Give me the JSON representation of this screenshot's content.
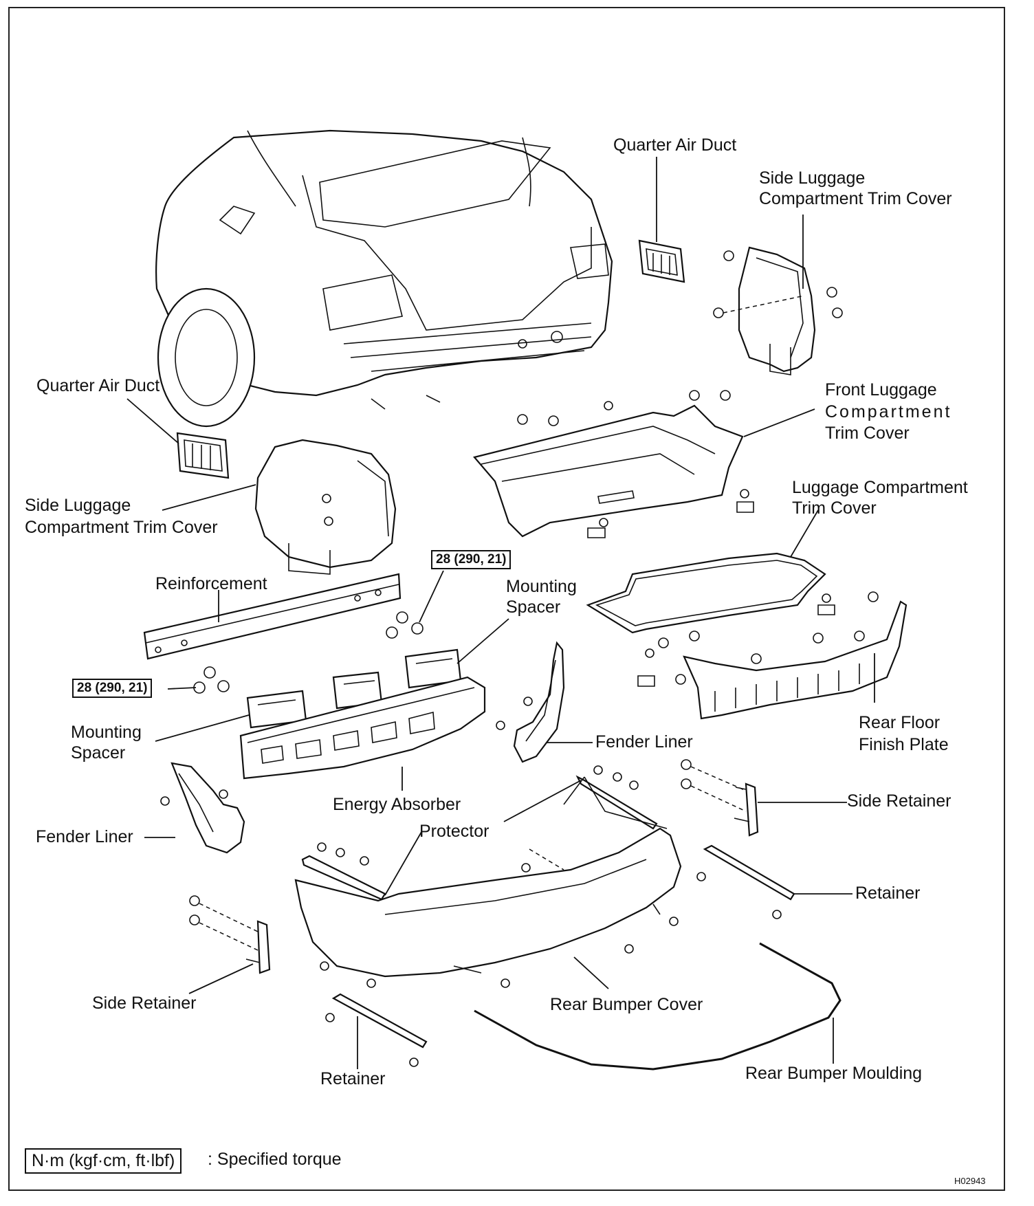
{
  "labels": {
    "quarter_air_duct_right": "Quarter Air Duct",
    "side_trim_right_1": "Side Luggage",
    "side_trim_right_2": "Compartment Trim Cover",
    "quarter_air_duct_left": "Quarter Air Duct",
    "front_trim_1": "Front Luggage",
    "front_trim_2": "Compartment",
    "front_trim_3": "Trim Cover",
    "side_trim_left_1": "Side Luggage",
    "side_trim_left_2": "Compartment Trim Cover",
    "lug_trim_1": "Luggage Compartment",
    "lug_trim_2": "Trim Cover",
    "reinforcement": "Reinforcement",
    "mounting_spacer_right_1": "Mounting",
    "mounting_spacer_right_2": "Spacer",
    "mounting_spacer_left_1": "Mounting",
    "mounting_spacer_left_2": "Spacer",
    "rear_floor_1": "Rear Floor",
    "rear_floor_2": "Finish Plate",
    "fender_liner_right": "Fender Liner",
    "fender_liner_left": "Fender Liner",
    "energy_absorber": "Energy Absorber",
    "side_retainer_right": "Side Retainer",
    "side_retainer_left": "Side Retainer",
    "protector": "Protector",
    "retainer_right": "Retainer",
    "retainer_bottom": "Retainer",
    "rear_bumper_cover": "Rear Bumper Cover",
    "rear_bumper_moulding": "Rear Bumper Moulding"
  },
  "torque": {
    "upper": "28 (290, 21)",
    "left": "28 (290, 21)"
  },
  "legend": {
    "unit_box": "N·m (kgf·cm, ft·lbf)",
    "description": ": Specified torque"
  },
  "figure_id": "H02943"
}
